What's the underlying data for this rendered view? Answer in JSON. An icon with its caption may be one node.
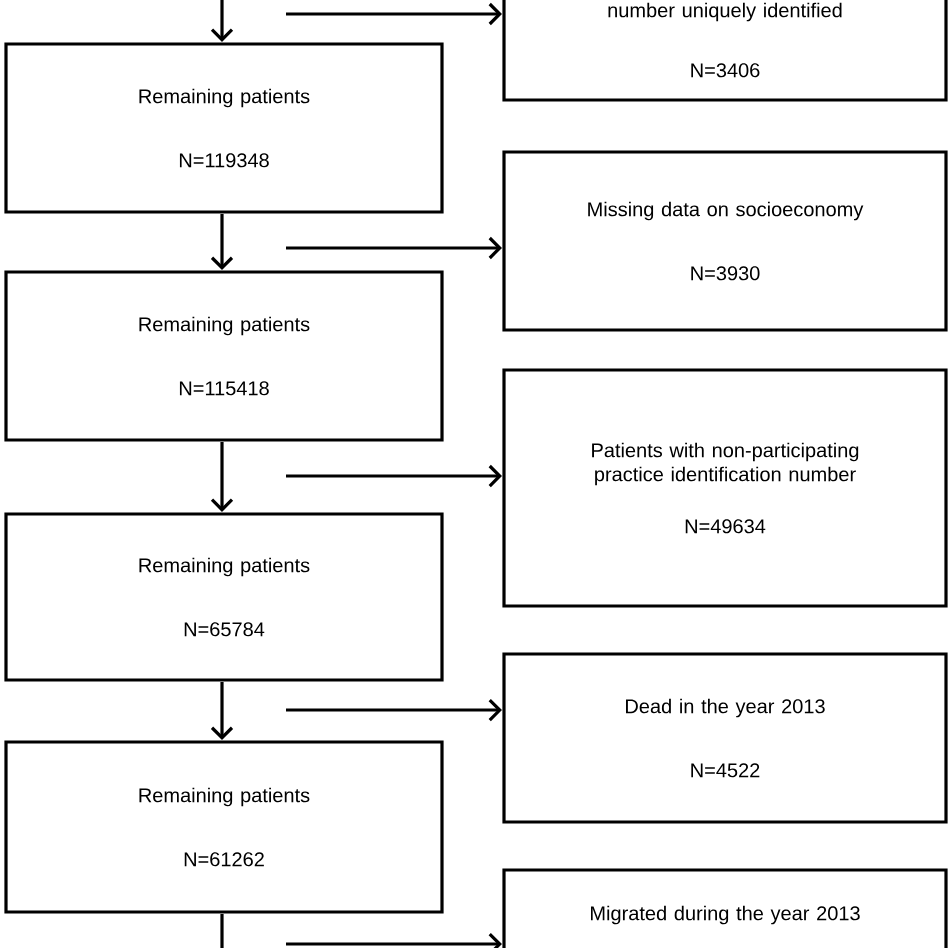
{
  "diagram": {
    "nodes": [
      {
        "text": [
          "number uniquely identified",
          "N=3406"
        ]
      },
      {
        "text": [
          "Remaining patients",
          "N=119348"
        ]
      },
      {
        "text": [
          "Missing data on socioeconomy",
          "N=3930"
        ]
      },
      {
        "text": [
          "Remaining patients",
          "N=115418"
        ]
      },
      {
        "text": [
          "Patients with non-participating practice identification number",
          "N=49634"
        ]
      },
      {
        "text": [
          "Remaining patients",
          "N=65784"
        ]
      },
      {
        "text": [
          "Dead in the year 2013",
          "N=4522"
        ]
      },
      {
        "text": [
          "Remaining patients",
          "N=61262"
        ]
      },
      {
        "text": [
          "Migrated during the year 2013"
        ]
      }
    ],
    "edges": [
      {
        "from": null,
        "to": 1,
        "arrow": "to"
      },
      {
        "from": null,
        "to": 0,
        "arrow": "to"
      },
      {
        "from": 1,
        "to": 3,
        "arrow": "to"
      },
      {
        "from": null,
        "to": 2,
        "arrow": "to"
      },
      {
        "from": 3,
        "to": 5,
        "arrow": "to"
      },
      {
        "from": null,
        "to": 4,
        "arrow": "to"
      },
      {
        "from": 5,
        "to": 7,
        "arrow": "to"
      },
      {
        "from": null,
        "to": 6,
        "arrow": "to"
      },
      {
        "from": 7,
        "to": null,
        "arrow": "none"
      },
      {
        "from": null,
        "to": 8,
        "arrow": "to"
      }
    ]
  }
}
